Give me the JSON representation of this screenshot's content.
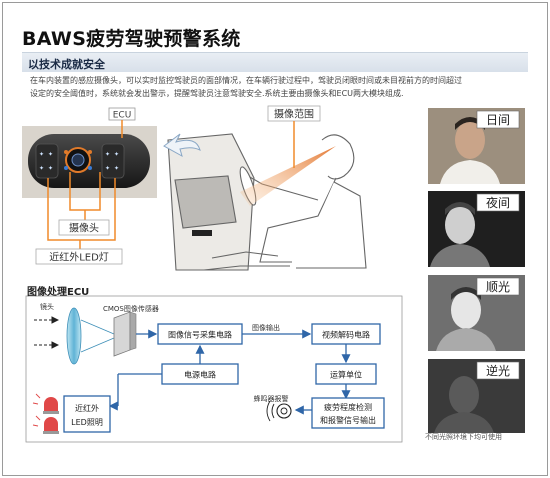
{
  "title": "BAWS疲劳驾驶预警系统",
  "subtitle": "以技术成就安全",
  "description": [
    "在车内装置的感应摄像头，可以实时监控驾驶员的面部情况，在车辆行驶过程中，驾驶员闭眼时间或未目视前方的时间超过",
    "设定的安全阈值时，系统就会发出警示，提醒驾驶员注意驾驶安全.系统主要由摄像头和ECU两大模块组成."
  ],
  "top_labels": {
    "ecu": "ECU",
    "camera": "摄像头",
    "ir_led": "近红外LED灯",
    "camera_range": "摄像范围"
  },
  "photos": [
    {
      "label": "日间"
    },
    {
      "label": "夜间"
    },
    {
      "label": "顺光"
    },
    {
      "label": "逆光"
    }
  ],
  "footnote": "不同光照环境下均可使用",
  "ecu_diagram": {
    "heading": "图像处理ECU",
    "lens": "镜头",
    "cmos": "CMOS图像传感器",
    "capture": "图像信号采集电路",
    "image_output": "图像输出",
    "video_decode": "视频解码电路",
    "power": "电源电路",
    "compute": "运算单位",
    "buzzer": "蜂鸣器报警",
    "fatigue_line1": "疲劳程度检测",
    "fatigue_line2": "和报警信号输出",
    "led_line1": "近红外",
    "led_line2": "LED照明"
  },
  "colors": {
    "accent_orange": "#f08a2a",
    "box_blue": "#2f66a8",
    "arrow_blue": "#2f66a8",
    "led_red": "#e04848"
  }
}
